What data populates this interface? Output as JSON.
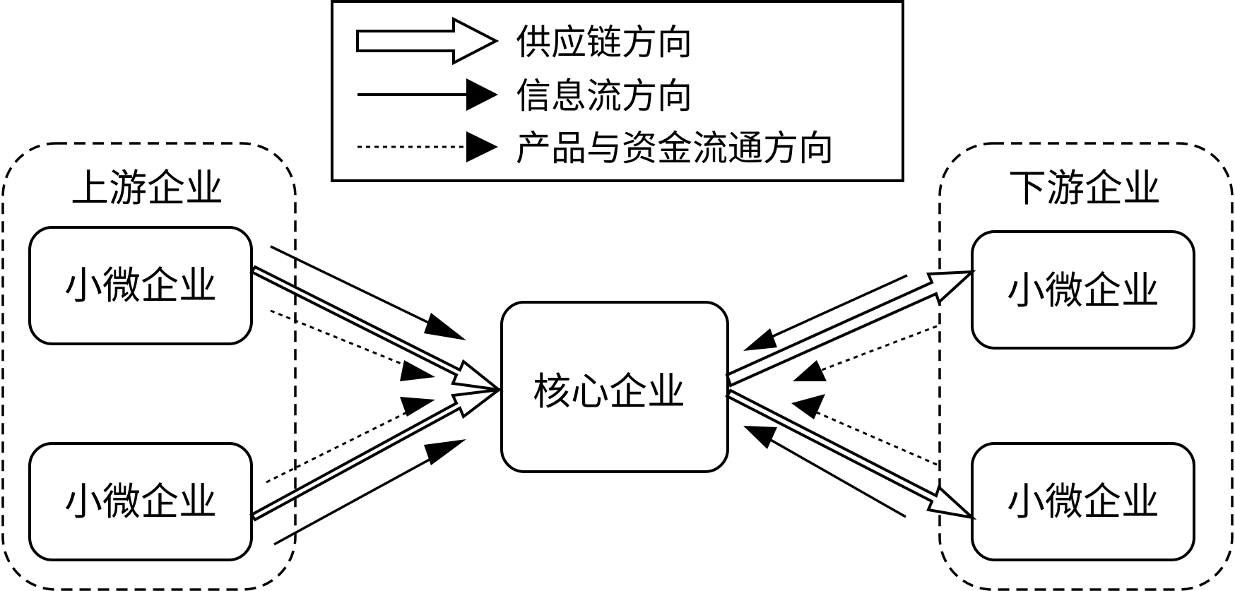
{
  "legend": {
    "supply_chain": "供应链方向",
    "info_flow": "信息流方向",
    "product_capital_flow": "产品与资金流通方向"
  },
  "groups": {
    "upstream": "上游企业",
    "downstream": "下游企业"
  },
  "nodes": {
    "upstream_top": "小微企业",
    "upstream_bottom": "小微企业",
    "core": "核心企业",
    "downstream_top": "小微企业",
    "downstream_bottom": "小微企业"
  },
  "colors": {
    "stroke": "#000000",
    "fill": "#ffffff"
  }
}
